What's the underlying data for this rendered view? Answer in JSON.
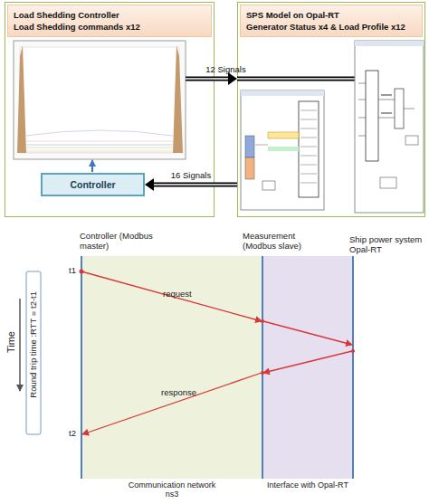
{
  "diagram": {
    "nodes": [
      {
        "text": [
          "Load Shedding Controller",
          "Load Shedding commands x12"
        ]
      },
      {
        "text": [
          "Controller"
        ],
        "in": 0
      },
      {
        "text": [
          "SPS Model on Opal-RT",
          "Generator Status x4 & Load Profile x12"
        ]
      },
      {
        "text": [
          "Communication network ns3"
        ]
      },
      {
        "text": [
          "Interface with Opal-RT"
        ]
      }
    ],
    "edges": [
      {
        "from": 0,
        "to": 2,
        "arrow": "to",
        "label": "12 Signals"
      },
      {
        "from": 2,
        "to": 1,
        "arrow": "to",
        "label": "16 Signals"
      }
    ],
    "labels": [
      "Controller (Modbus master)",
      "Measurement (Modbus slave)",
      "Ship power system Opal-RT",
      "t1",
      "request",
      "response",
      "t2",
      "Time",
      "Round trip time :RTT = t2-t1"
    ]
  }
}
